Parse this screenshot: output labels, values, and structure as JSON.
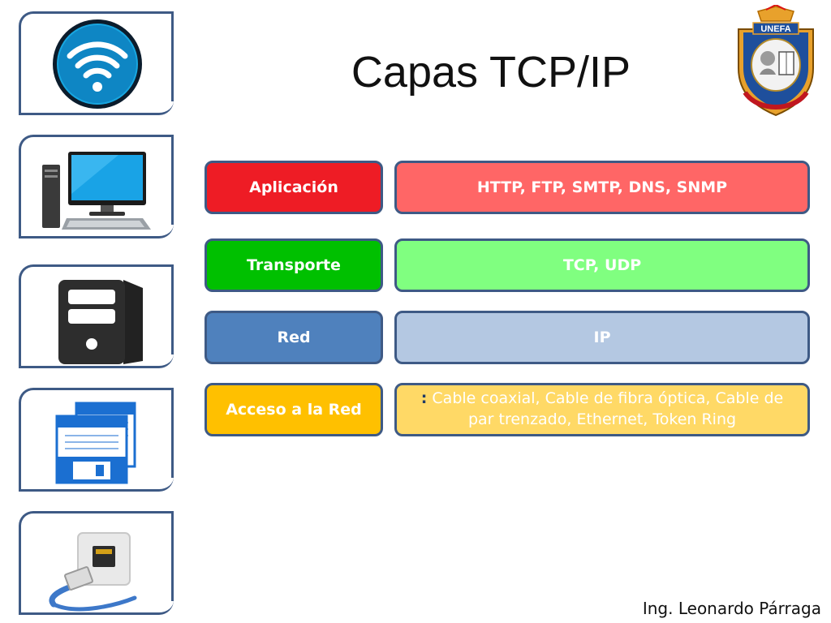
{
  "slide": {
    "title": "Capas TCP/IP",
    "author": "Ing. Leonardo Párraga",
    "logo_text": "UNEFA"
  },
  "sidebar_icons": [
    {
      "name": "wifi-icon"
    },
    {
      "name": "desktop-computer-icon"
    },
    {
      "name": "server-tower-icon"
    },
    {
      "name": "floppy-documents-icon"
    },
    {
      "name": "ethernet-cable-icon"
    }
  ],
  "layers": [
    {
      "name": "Aplicación",
      "protocols": "HTTP, FTP, SMTP,  DNS, SNMP",
      "color": "#ee1c25",
      "detail_color": "#ff6666"
    },
    {
      "name": "Transporte",
      "protocols": "TCP, UDP",
      "color": "#00c000",
      "detail_color": "#80ff80"
    },
    {
      "name": "Red",
      "protocols": "IP",
      "color": "#4f81bd",
      "detail_color": "#b4c8e2"
    },
    {
      "name": "Acceso a la Red",
      "protocols_prefix": ":",
      "protocols": "Cable coaxial, Cable de fibra óptica, Cable de par trenzado, Ethernet, Token Ring",
      "color": "#ffc000",
      "detail_color": "#ffd966"
    }
  ]
}
